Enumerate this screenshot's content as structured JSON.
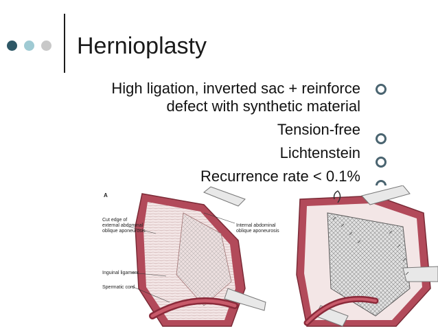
{
  "slide": {
    "title": "Hernioplasty",
    "colors": {
      "dot1": "#2e5866",
      "dot2": "#9fcad3",
      "dot3": "#c8c8c8",
      "bullet": "#4a6470"
    },
    "bullets": [
      {
        "text": "High ligation, inverted sac + reinforce defect with synthetic material"
      },
      {
        "text": "Tension-free"
      },
      {
        "text": "Lichtenstein"
      },
      {
        "text": "Recurrence rate < 0.1%"
      }
    ]
  },
  "figure": {
    "panel_a_tag": "A",
    "labels": {
      "cut_edge": "Cut edge of external abdominal oblique aponeurosis",
      "internal_oblique": "Internal abdominal oblique aponeurosis",
      "inguinal_ligament": "Inguinal ligament",
      "spermatic_cord": "Spermatic cord"
    }
  }
}
